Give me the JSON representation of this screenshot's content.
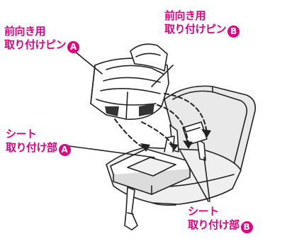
{
  "labels": {
    "pin_a": {
      "line1": "前向き用",
      "line2": "取り付けピン",
      "badge": "A"
    },
    "pin_b": {
      "line1": "前向き用",
      "line2": "取り付けピン",
      "badge": "B"
    },
    "seat_a": {
      "line1": "シート",
      "line2": "取り付け部",
      "badge": "A"
    },
    "seat_b": {
      "line1": "シート",
      "line2": "取り付け部",
      "badge": "B"
    }
  },
  "colors": {
    "label": "#e4007f",
    "line": "#222222",
    "shade": "#e6e6e6"
  }
}
